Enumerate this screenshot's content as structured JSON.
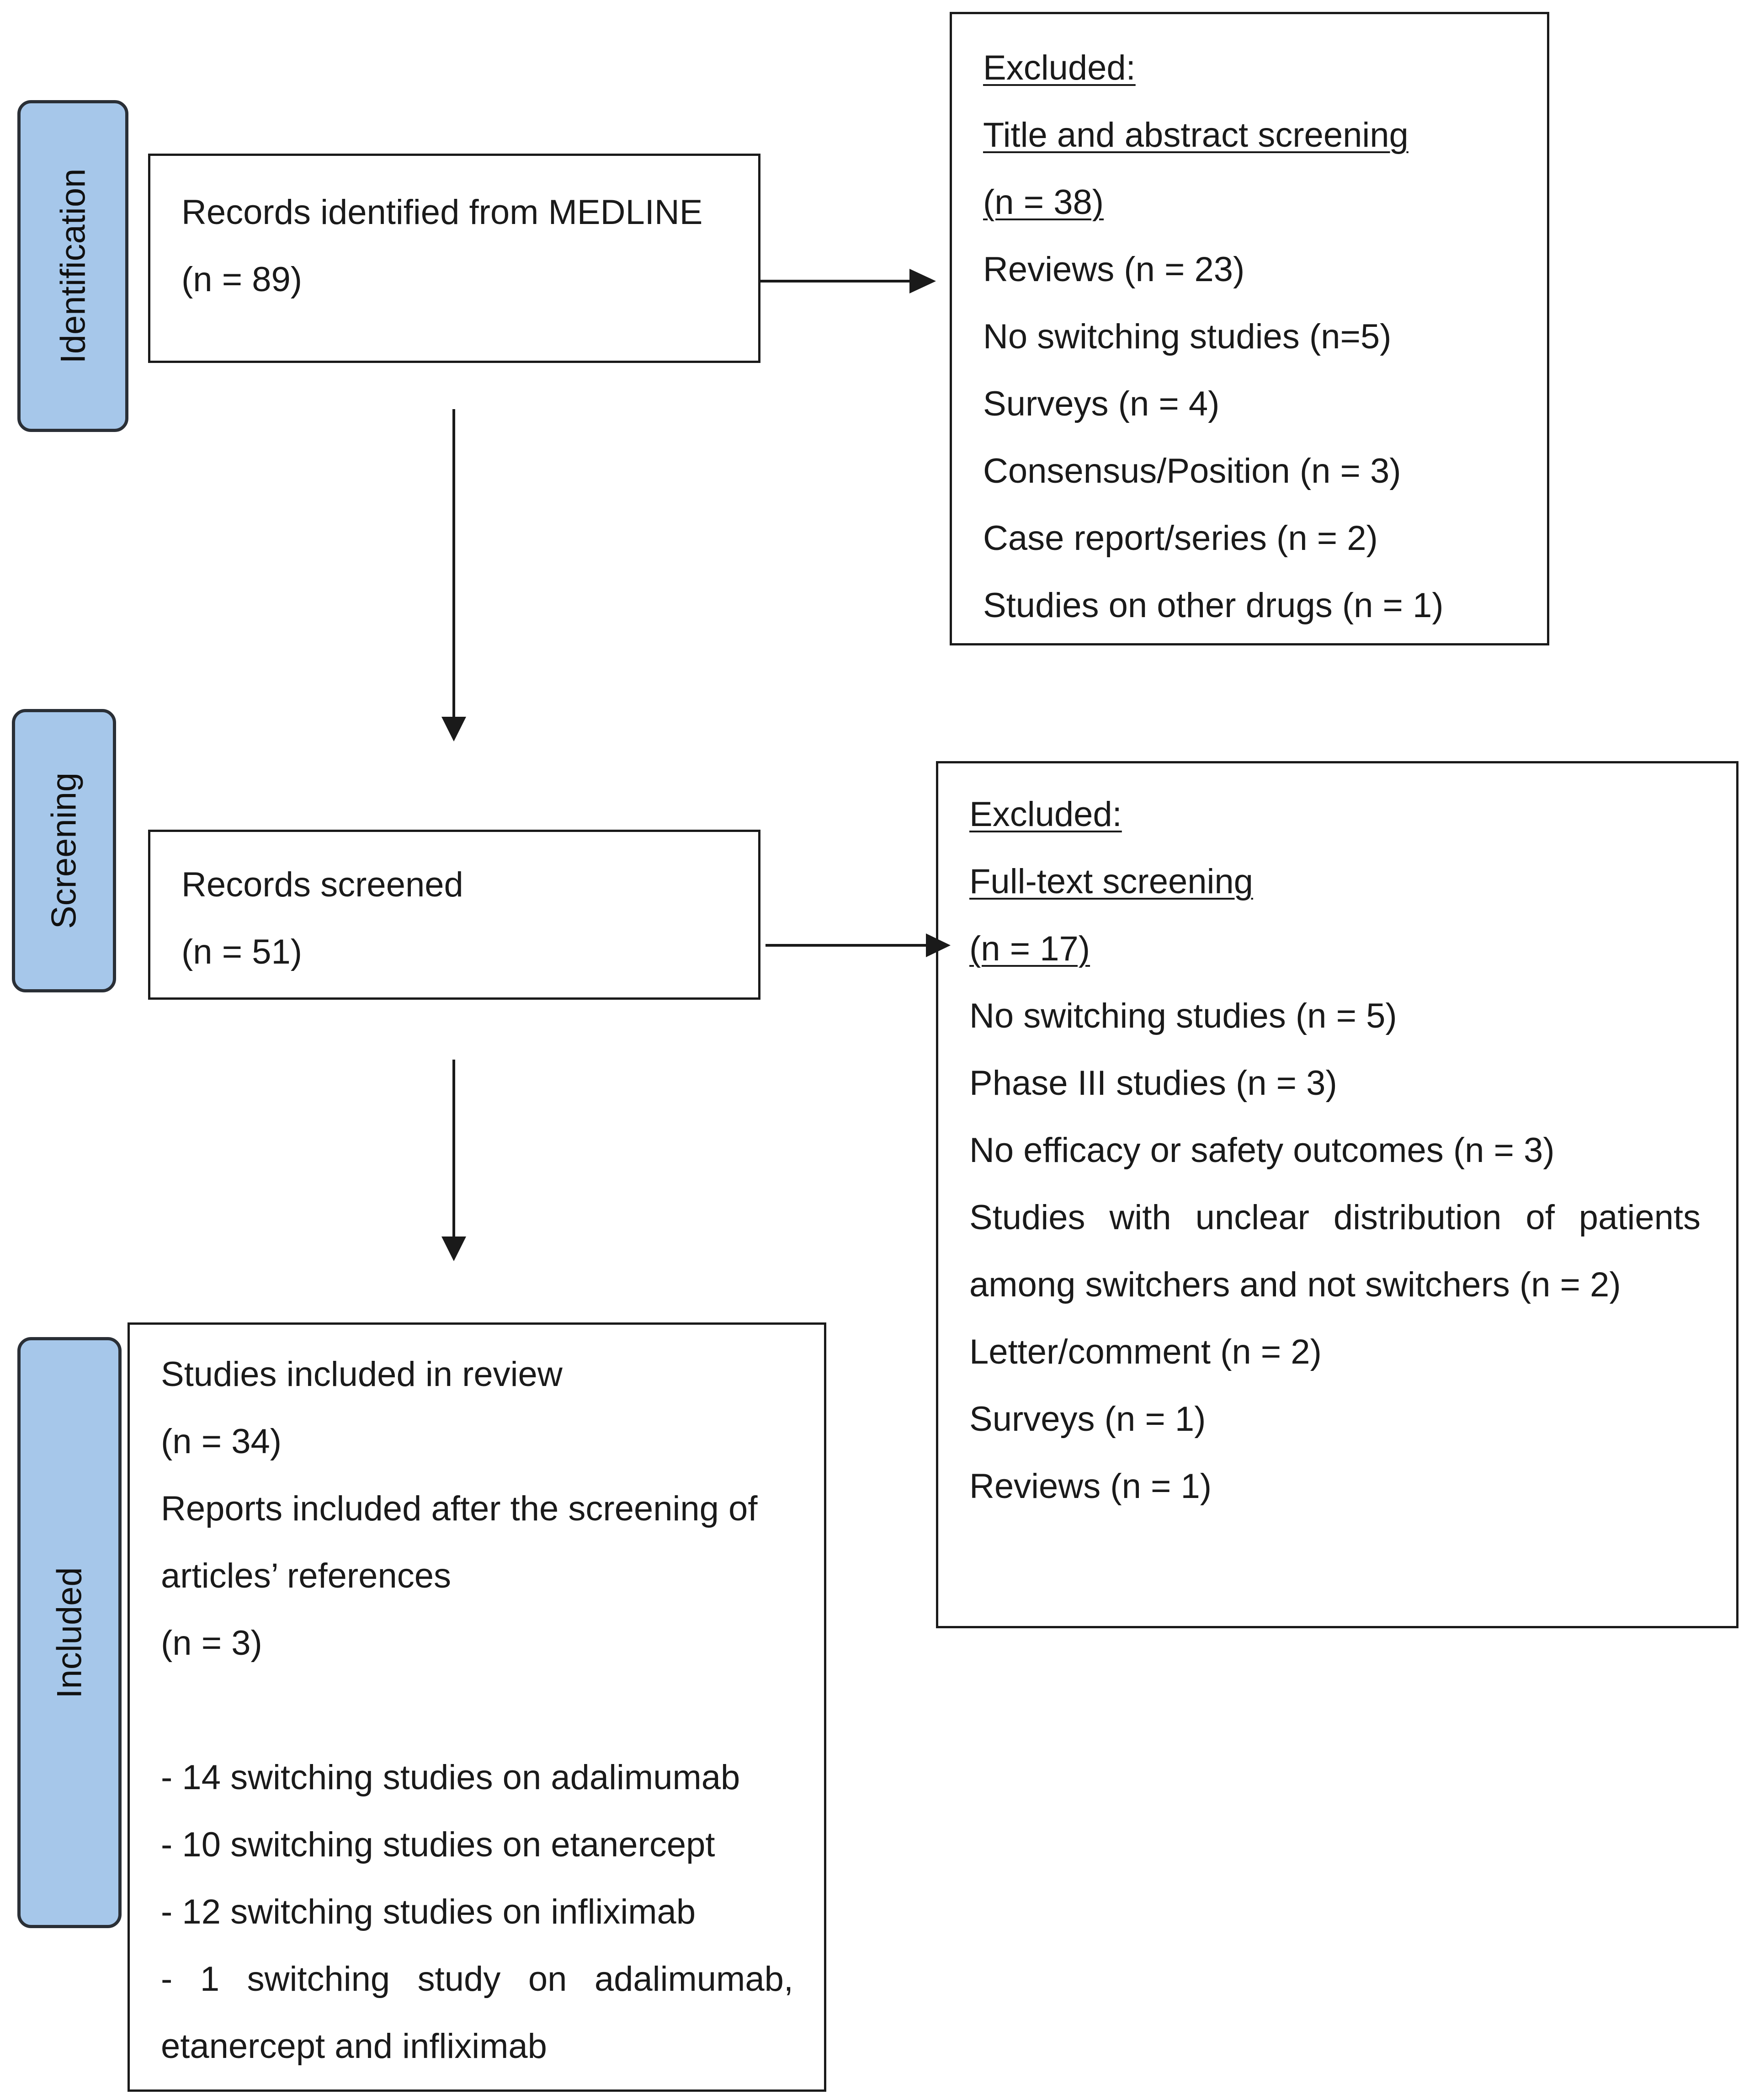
{
  "phases": {
    "identification": "Identification",
    "screening": "Screening",
    "included": "Included"
  },
  "identified": {
    "text": "Records identified from MEDLINE",
    "count": "(n = 89)"
  },
  "excluded_title_abstract": {
    "heading": "Excluded:",
    "stage": "Title and abstract screening",
    "total": "(n = 38)",
    "items": [
      "Reviews (n = 23)",
      "No switching studies (n=5)",
      "Surveys (n = 4)",
      "Consensus/Position (n = 3)",
      "Case report/series (n = 2)",
      "Studies on other drugs (n = 1)"
    ]
  },
  "screened": {
    "text": "Records screened",
    "count": "(n = 51)"
  },
  "excluded_full_text": {
    "heading": "Excluded:",
    "stage": "Full-text screening",
    "total": "(n = 17)",
    "items": [
      "No switching studies (n = 5)",
      "Phase III studies (n = 3)",
      "No efficacy or safety outcomes (n = 3)",
      "Studies with unclear distribution of patients",
      "among switchers and not switchers (n = 2)",
      "Letter/comment (n = 2)",
      "Surveys (n = 1)",
      "Reviews (n = 1)"
    ]
  },
  "included": {
    "lines": [
      "Studies included in review",
      "(n = 34)",
      "Reports included after the screening of",
      "articles’ references",
      "(n = 3)"
    ],
    "drugs": [
      "- 14 switching studies on adalimumab",
      "- 10 switching studies on etanercept",
      "- 12 switching studies on infliximab",
      "- 1 switching study on adalimumab,",
      "etanercept and infliximab"
    ]
  }
}
